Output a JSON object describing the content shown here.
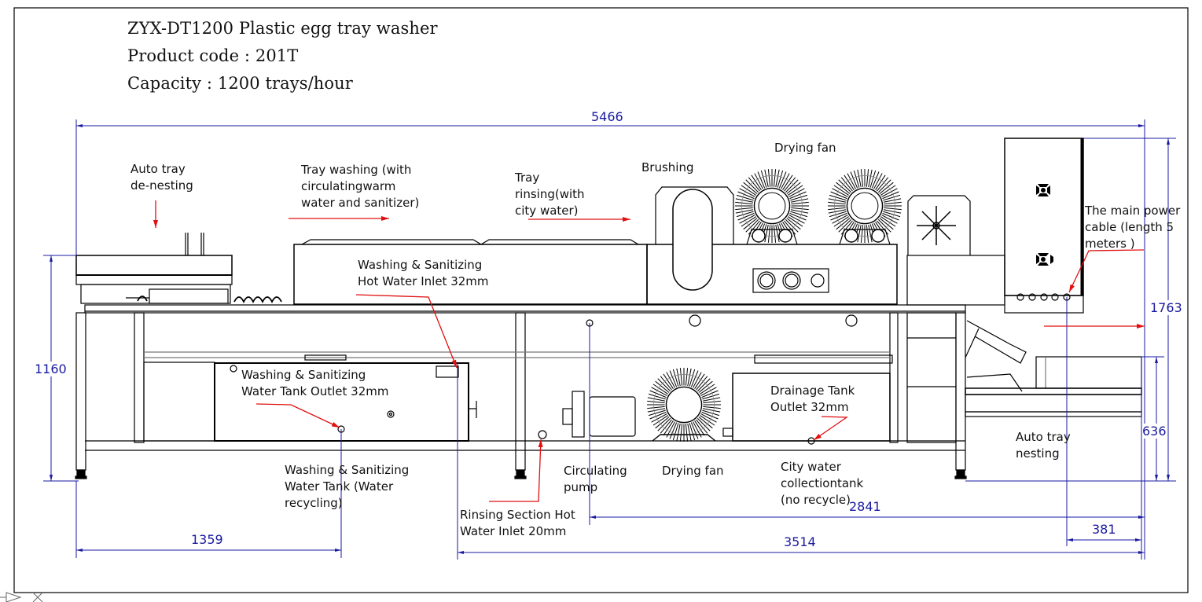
{
  "header": {
    "model_line": "ZYX-DT1200 Plastic egg tray washer",
    "product_code_line": "Product code : 201T",
    "capacity_line": "Capacity : 1200 trays/hour"
  },
  "labels": {
    "auto_denesting": "Auto tray\nde-nesting",
    "tray_washing": "Tray washing (with\ncirculatingwarm\nwater and sanitizer)",
    "tray_rinsing": "Tray\nrinsing(with\ncity water)",
    "brushing": "Brushing",
    "drying_fan_top": "Drying fan",
    "main_power_cable": "The main power\ncable (length 5\nmeters )",
    "hot_water_inlet": "Washing & Sanitizing\nHot Water Inlet 32mm",
    "tank_outlet": "Washing & Sanitizing\nWater Tank Outlet 32mm",
    "drainage_outlet": "Drainage Tank\nOutlet 32mm",
    "water_tank_recycling": "Washing & Sanitizing\nWater Tank (Water\nrecycling)",
    "circulating_pump": "Circulating\npump",
    "drying_fan_bottom": "Drying fan",
    "city_water_tank": "City water\ncollectiontank\n(no recycle)",
    "rinsing_inlet": "Rinsing Section Hot\nWater Inlet 20mm",
    "auto_nesting": "Auto tray\nnesting"
  },
  "dimensions": {
    "overall_length": "5466",
    "overall_height": "1763",
    "infeed_height": "1160",
    "outfeed_height": "636",
    "tank_outlet_offset": "1359",
    "pump_to_end": "2841",
    "rinsing_inlet_to_end": "3514",
    "power_cable_offset": "381"
  },
  "colors": {
    "drawing_line": "#000000",
    "dimension_line": "#1a1aa0",
    "annotation_arrow": "#e01010"
  }
}
